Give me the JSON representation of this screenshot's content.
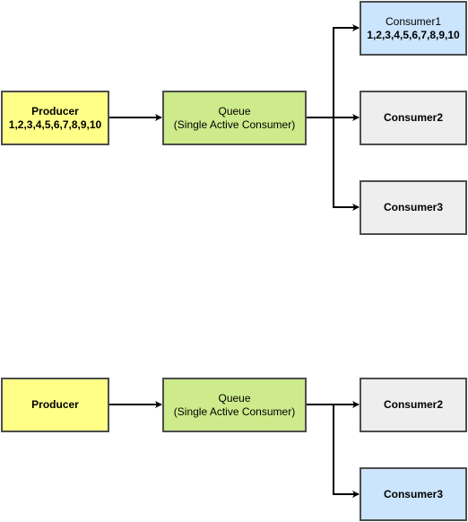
{
  "top": {
    "producer": {
      "label": "Producer",
      "messages": "1,2,3,4,5,6,7,8,9,10"
    },
    "queue": {
      "label": "Queue",
      "subtitle": "(Single Active Consumer)"
    },
    "consumers": [
      {
        "label": "Consumer1",
        "messages": "1,2,3,4,5,6,7,8,9,10",
        "active": true
      },
      {
        "label": "Consumer2",
        "active": false
      },
      {
        "label": "Consumer3",
        "active": false
      }
    ]
  },
  "bottom": {
    "producer": {
      "label": "Producer"
    },
    "queue": {
      "label": "Queue",
      "subtitle": "(Single Active Consumer)"
    },
    "consumers": [
      {
        "label": "Consumer2",
        "active": false
      },
      {
        "label": "Consumer3",
        "active": true
      }
    ]
  },
  "colors": {
    "producer": "#ffff88",
    "queue": "#cdeb8b",
    "active_consumer": "#cce5ff",
    "inactive_consumer": "#eeeeee",
    "border": "#4d4d4d",
    "arrow": "#000000"
  }
}
